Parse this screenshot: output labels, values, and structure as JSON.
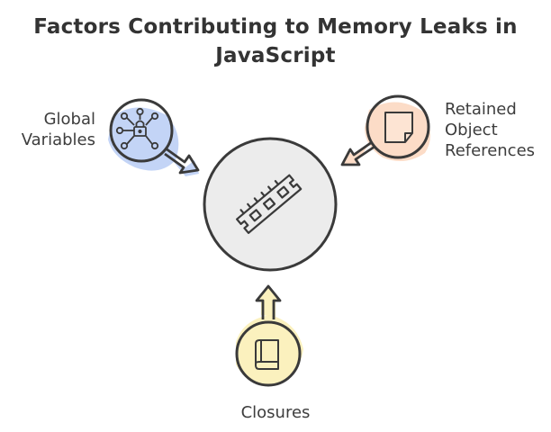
{
  "title": {
    "line1": "Factors Contributing to Memory Leaks in",
    "line2": "JavaScript"
  },
  "center": {
    "icon": "memory-chip-icon"
  },
  "factors": {
    "global": {
      "line1": "Global",
      "line2": "Variables",
      "icon": "network-lock-icon",
      "accent": "#b9cdf5"
    },
    "retained": {
      "line1": "Retained",
      "line2": "Object",
      "line3": "References",
      "icon": "sticky-note-icon",
      "accent": "#fbd6bd"
    },
    "closures": {
      "line1": "Closures",
      "icon": "book-icon",
      "accent": "#fbf0b7"
    }
  },
  "colors": {
    "stroke": "#3a3a3a",
    "center_fill": "#ececec",
    "background": "#ffffff"
  }
}
